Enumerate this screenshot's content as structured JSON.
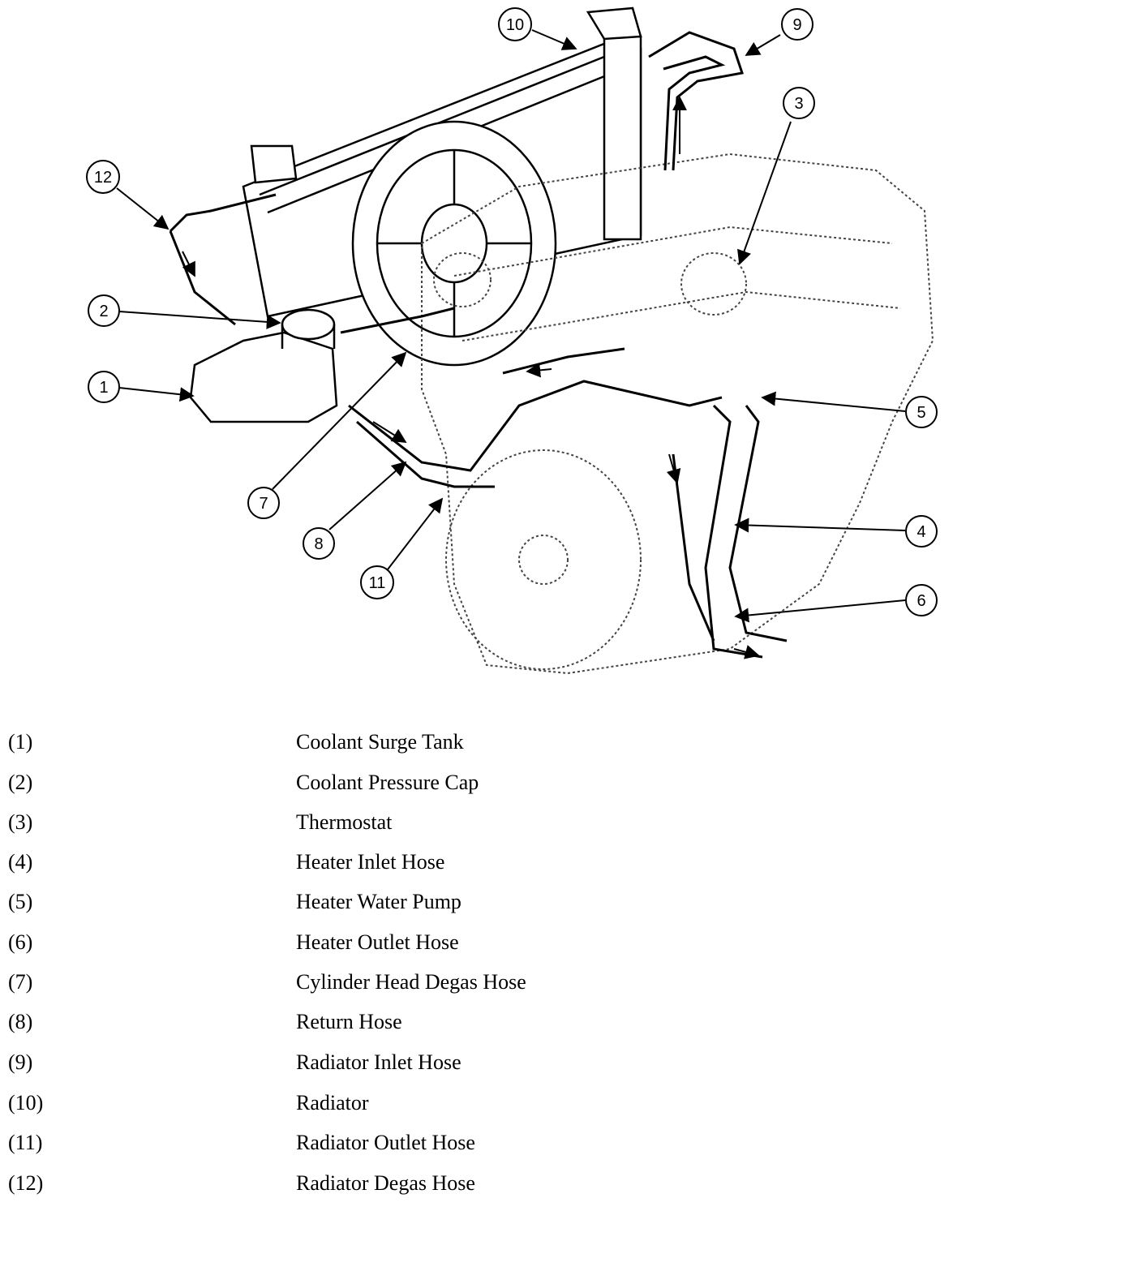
{
  "diagram": {
    "callouts": [
      "1",
      "2",
      "3",
      "4",
      "5",
      "6",
      "7",
      "8",
      "9",
      "10",
      "11",
      "12"
    ]
  },
  "legend": {
    "items": [
      {
        "num": "(1)",
        "label": "Coolant Surge Tank"
      },
      {
        "num": "(2)",
        "label": "Coolant Pressure Cap"
      },
      {
        "num": "(3)",
        "label": "Thermostat"
      },
      {
        "num": "(4)",
        "label": "Heater Inlet Hose"
      },
      {
        "num": "(5)",
        "label": "Heater Water Pump"
      },
      {
        "num": "(6)",
        "label": "Heater Outlet Hose"
      },
      {
        "num": "(7)",
        "label": "Cylinder Head Degas Hose"
      },
      {
        "num": "(8)",
        "label": "Return Hose"
      },
      {
        "num": "(9)",
        "label": "Radiator Inlet Hose"
      },
      {
        "num": "(10)",
        "label": "Radiator"
      },
      {
        "num": "(11)",
        "label": "Radiator Outlet Hose"
      },
      {
        "num": "(12)",
        "label": "Radiator Degas Hose"
      }
    ]
  }
}
